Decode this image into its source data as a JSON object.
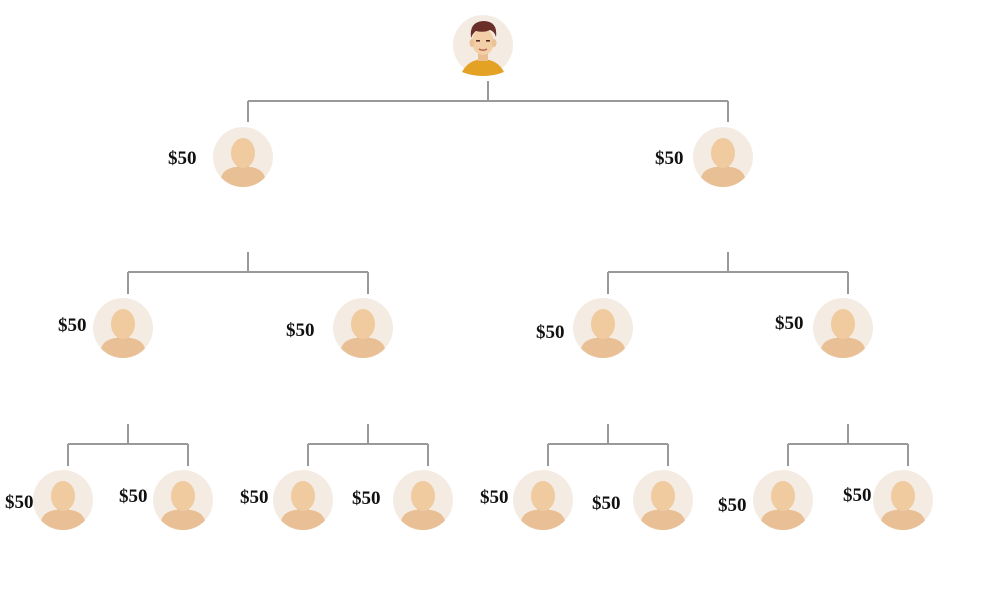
{
  "root": {
    "icon": "avatar-man-icon",
    "colors": {
      "hair": "#6b2f2a",
      "skin": "#f3cfa7",
      "shirt": "#e3a223",
      "circle": "#f4ebe3"
    }
  },
  "generic_avatar": {
    "icon": "avatar-placeholder-icon",
    "colors": {
      "circle": "#f4ece3",
      "head": "#f0cba0",
      "shoulders": "#e9bf95"
    }
  },
  "connector_color": "#999999",
  "levels": [
    {
      "name": "level-1",
      "members": [
        {
          "amount": "$50"
        },
        {
          "amount": "$50"
        }
      ]
    },
    {
      "name": "level-2",
      "members": [
        {
          "amount": "$50"
        },
        {
          "amount": "$50"
        },
        {
          "amount": "$50"
        },
        {
          "amount": "$50"
        }
      ]
    },
    {
      "name": "level-3",
      "members": [
        {
          "amount": "$50"
        },
        {
          "amount": "$50"
        },
        {
          "amount": "$50"
        },
        {
          "amount": "$50"
        },
        {
          "amount": "$50"
        },
        {
          "amount": "$50"
        },
        {
          "amount": "$50"
        },
        {
          "amount": "$50"
        }
      ]
    }
  ]
}
